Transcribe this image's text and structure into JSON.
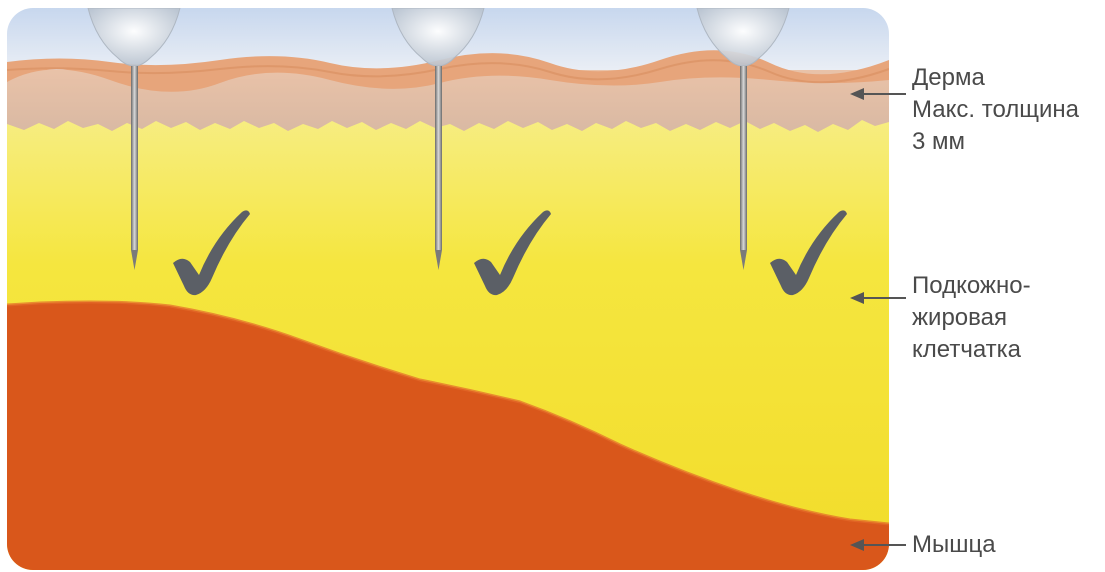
{
  "labels": {
    "dermis": {
      "line1": "Дерма",
      "line2": "Макс. толщина",
      "line3": "3 мм"
    },
    "subcutaneous_fat": {
      "line1": "Подкожно-",
      "line2": "жировая",
      "line3": "клетчатка"
    },
    "muscle": {
      "line1": "Мышца"
    }
  },
  "colors": {
    "sky": "#dbe6f4",
    "skin_top": "#e8a77a",
    "dermis": "#d9b8a6",
    "fat": "#f4e43a",
    "muscle": "#d9561a",
    "check": "#5b5f66",
    "label_text": "#4a4a4a",
    "arrow": "#555555"
  },
  "needles": {
    "count": 3,
    "markers": [
      "checkmark",
      "checkmark",
      "checkmark"
    ]
  }
}
